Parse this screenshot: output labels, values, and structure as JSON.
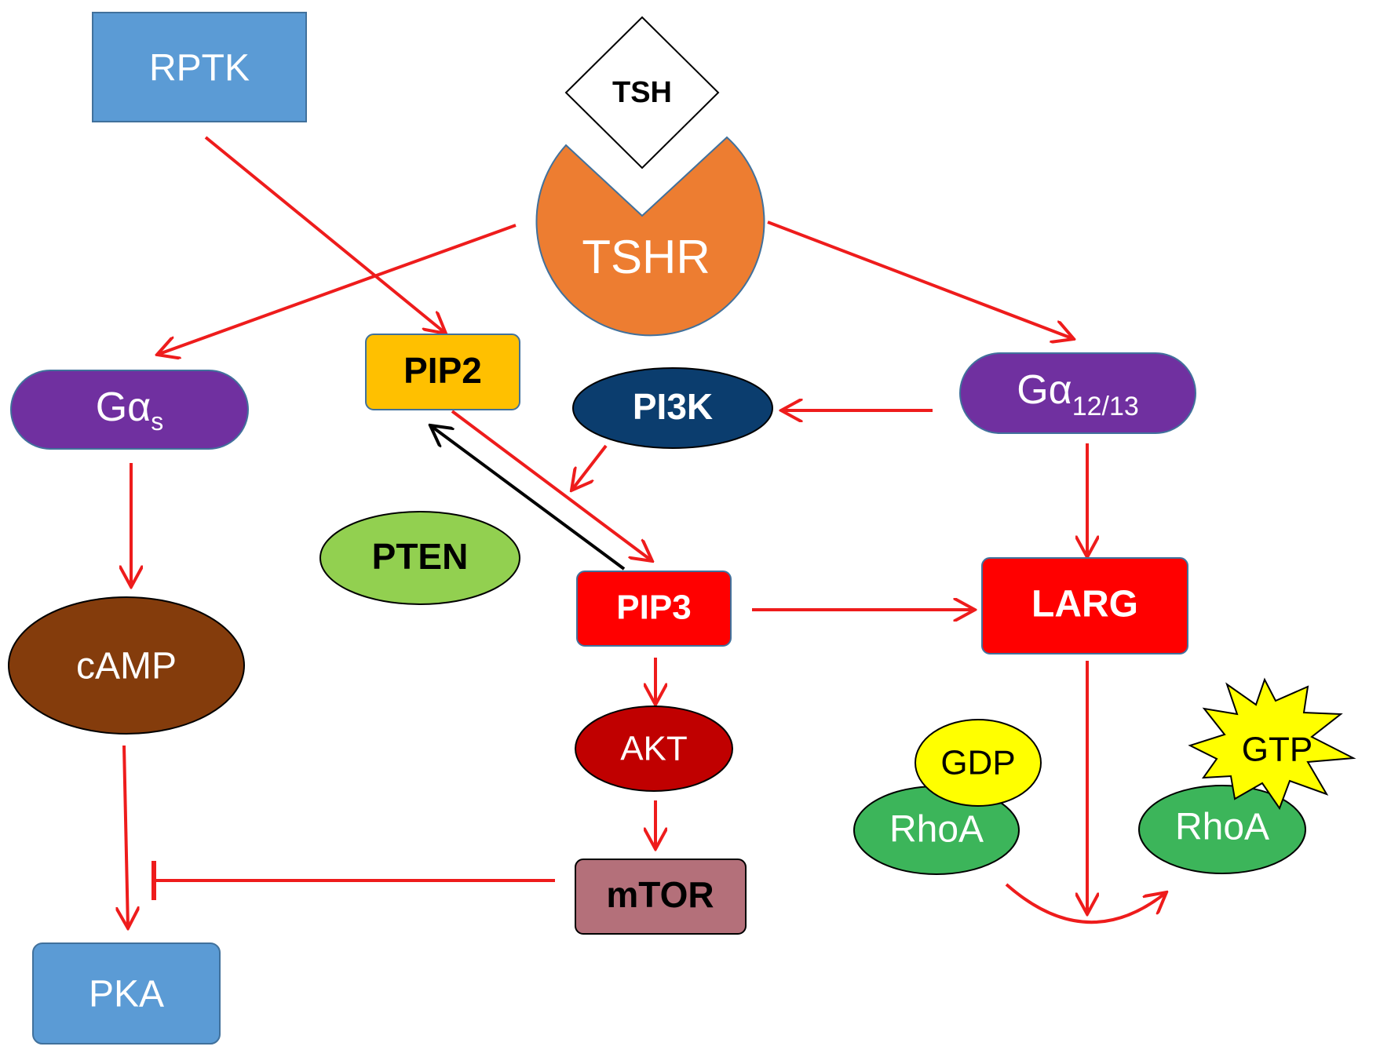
{
  "nodes": {
    "rptk": "RPTK",
    "tsh": "TSH",
    "tshr": "TSHR",
    "galpha_s": {
      "base": "Gα",
      "sub": "s"
    },
    "galpha_1213": {
      "base": "Gα",
      "sub": "12/13"
    },
    "pip2": "PIP2",
    "pi3k": "PI3K",
    "pten": "PTEN",
    "pip3": "PIP3",
    "larg": "LARG",
    "camp": "cAMP",
    "akt": "AKT",
    "mtor": "mTOR",
    "pka": "PKA",
    "gdp": "GDP",
    "gtp": "GTP",
    "rhoa_gdp": "RhoA",
    "rhoa_gtp": "RhoA"
  },
  "colors": {
    "rptk": "#5b9bd5",
    "pka": "#5b9bd5",
    "tshr": "#ed7d31",
    "galpha": "#7030a0",
    "pip2": "#ffc000",
    "pi3k": "#0b3d6e",
    "pten": "#92d050",
    "pip3": "#ff0000",
    "larg": "#ff0000",
    "camp": "#843c0c",
    "akt": "#c00000",
    "mtor": "#b4707a",
    "gdp": "#ffff00",
    "gtp": "#ffff00",
    "rhoa": "#3cb55a",
    "activation_arrow": "#ee1c1c",
    "reverse_arrow": "#000000"
  }
}
